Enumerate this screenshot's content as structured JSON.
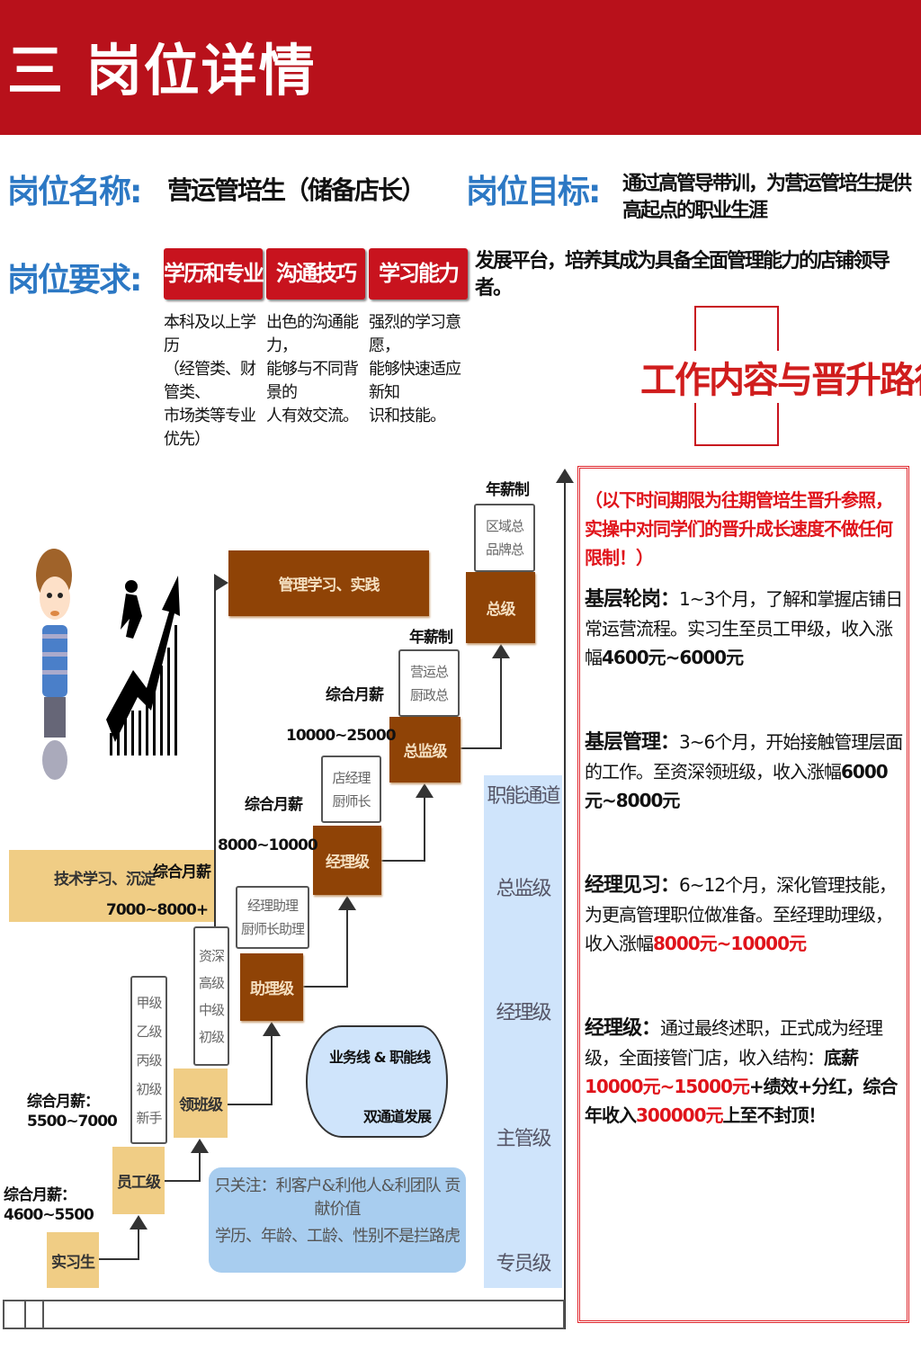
{
  "header": {
    "title": "三 岗位详情"
  },
  "position": {
    "name_label": "岗位名称:",
    "name_value": "营运管培生（储备店长）",
    "goal_label": "岗位目标:",
    "goal_line1": "通过高管导带训，为营运管培生提供高起点的职业生涯",
    "goal_line2": "发展平台，培养其成为具备全面管理能力的店铺领导者。"
  },
  "requirements": {
    "label": "岗位要求:",
    "items": [
      {
        "title": "学历和专业",
        "desc": "本科及以上学历\n（经管类、财管类、\n市场类等专业优先）"
      },
      {
        "title": "沟通技巧",
        "desc": "出色的沟通能力，\n能够与不同背景的\n人有效交流。"
      },
      {
        "title": "学习能力",
        "desc": "强烈的学习意愿，\n能够快速适应新知\n识和技能。"
      }
    ]
  },
  "path_title": "工作内容与晋升路径",
  "panel": {
    "note_line1": "（以下时间期限为往期管培生晋升参照，实操中对同学们的",
    "note_line2": "晋升成长速度不做任何限制！）",
    "s1": {
      "head": "基层轮岗：",
      "t1": "1~3个月，了解和掌握店铺日常运营流程。实",
      "t2": "习生至员工甲级，收入涨幅",
      "amt": "4600元~6000元"
    },
    "s2": {
      "head": "基层管理：",
      "t1": "3~6个月，开始接触管理层面的工作。至资深",
      "t2": "领班级，收入涨幅",
      "amt": "6000元~8000元"
    },
    "s3": {
      "head": "经理见习：",
      "t1": "6~12个月，深化管理技能，为更高管理职位做",
      "t2": "准备。至经理助理级，收入涨幅",
      "amt": "8000元~10000元"
    },
    "s4": {
      "head": "经理级：",
      "t1": "通过最终述职，正式成为经理级，全面接管门店，",
      "t2a": "收入结构：",
      "t2b": "底薪",
      "t2c": "10000元~15000元",
      "t2d": "+绩效+分红，综合年",
      "t3a": "收入",
      "t3b": "300000元",
      "t3c": "上至不封顶！"
    }
  },
  "diagram": {
    "mgmt_study": "管理学习、实践",
    "tech_study": "技术学习、沉淀",
    "levels": {
      "intern": "实习生",
      "staff": "员工级",
      "leader": "领班级",
      "assistant": "助理级",
      "manager": "经理级",
      "director": "总监级",
      "general": "总级"
    },
    "titles": {
      "general": [
        "区域总",
        "品牌总"
      ],
      "director": [
        "营运总",
        "厨政总"
      ],
      "manager": [
        "店经理",
        "厨师长"
      ],
      "assistant": [
        "经理助理",
        "厨师长助理"
      ],
      "leader": [
        "资深",
        "高级",
        "中级",
        "初级"
      ],
      "staff": [
        "甲级",
        "乙级",
        "丙级",
        "初级",
        "新手"
      ]
    },
    "salaries": {
      "annual1": "年薪制",
      "annual2": "年薪制",
      "monthly": "综合月薪",
      "director_range": "10000~25000",
      "manager_range": "8000~10000",
      "assistant_range": "7000~8000+",
      "staff": "综合月薪：5500~7000",
      "intern": "综合月薪：4600~5500"
    },
    "dual": {
      "line1": "业务线 & 职能线",
      "line2": "双通道发展"
    },
    "note": {
      "line1": "只关注：利客户&利他人&利团队 贡献价值",
      "line2": "学历、年龄、工龄、性别不是拦路虎"
    },
    "channel": {
      "title": "职能通道",
      "levels": [
        "总监级",
        "经理级",
        "主管级",
        "专员级"
      ]
    }
  }
}
